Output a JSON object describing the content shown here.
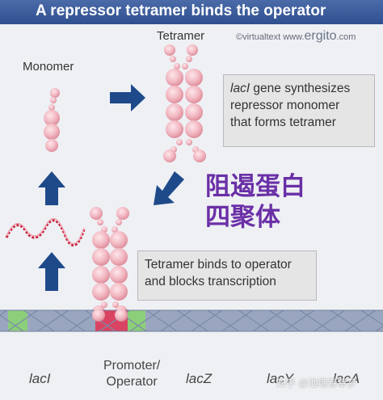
{
  "header": {
    "title": "A repressor tetramer binds the operator"
  },
  "credit": {
    "prefix": "©virtualtext  www.",
    "brand": "ergito",
    "suffix": ".com"
  },
  "labels": {
    "monomer": "Monomer",
    "tetramer": "Tetramer"
  },
  "box_top": {
    "gene": "lacI",
    "text_rest": " gene synthesizes",
    "line2": "repressor monomer",
    "line3": "that forms tetramer"
  },
  "annotation_cn": {
    "line1": "阻遏蛋白",
    "line2": "四聚体"
  },
  "box_bottom": {
    "line1": "Tetramer binds to operator",
    "line2": "and blocks transcription"
  },
  "genes": {
    "laci": "lacI",
    "promoter_line1": "Promoter/",
    "promoter_line2": "Operator",
    "lacz": "lacZ",
    "lacy": "lacY",
    "laca": "lacA"
  },
  "watermark": "知乎 @池塘春草梦",
  "colors": {
    "header_bg": "#3a5a9a",
    "arrow": "#1e4a8a",
    "protein": "#f2b8c2",
    "dna_gray": "#9aa6bf",
    "dna_green": "#8ccf7a",
    "dna_red": "#d94462",
    "mrna": "#c8203a",
    "cn_text": "#6a2fa6"
  }
}
